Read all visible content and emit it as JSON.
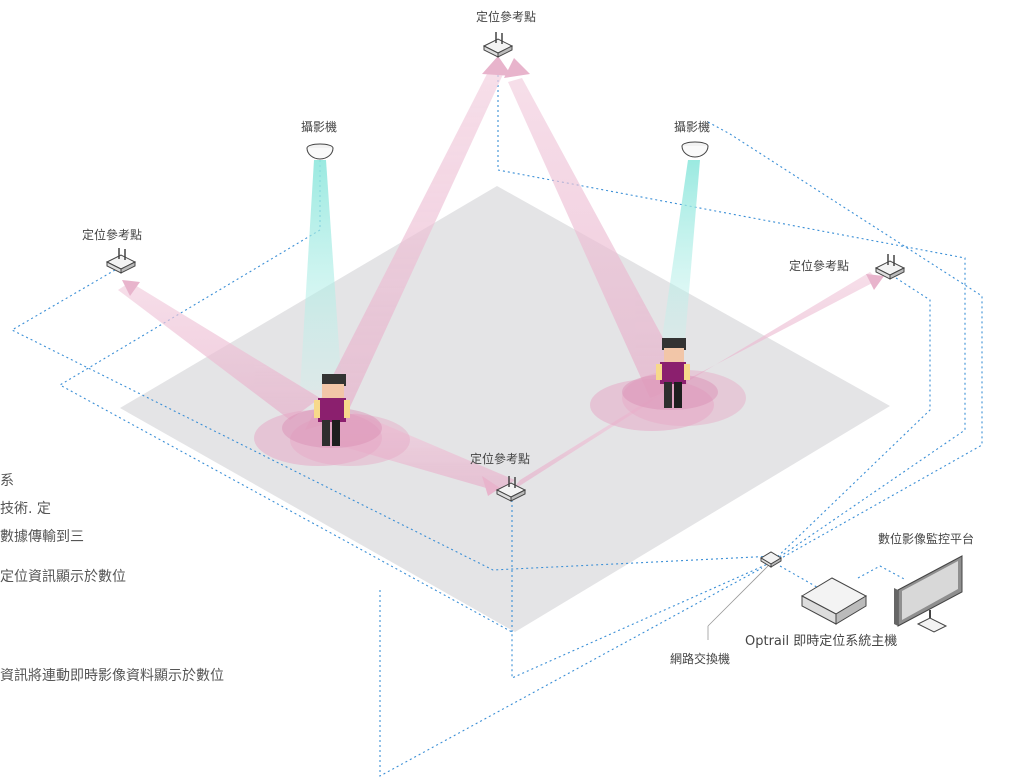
{
  "labels": {
    "ref_top": "定位參考點",
    "ref_left": "定位參考點",
    "ref_right": "定位參考點",
    "ref_center": "定位參考點",
    "camera_left": "攝影機",
    "camera_right": "攝影機",
    "monitor_platform": "數位影像監控平台",
    "server": "Optrail 即時定位系統主機",
    "switch": "網路交換機"
  },
  "description_lines": [
    "系",
    "技術. 定",
    "數據傳輸到三",
    "定位資訊顯示於數位",
    "資訊將連動即時影像資料顯示於數位"
  ],
  "colors": {
    "floor": "#e4e4e6",
    "beam_pink": "#e8b4cc",
    "beam_cyan": "#a9ece6",
    "shirt": "#8b1f6e",
    "skin": "#f7d98b",
    "dashed_line": "#3b8fd6"
  }
}
